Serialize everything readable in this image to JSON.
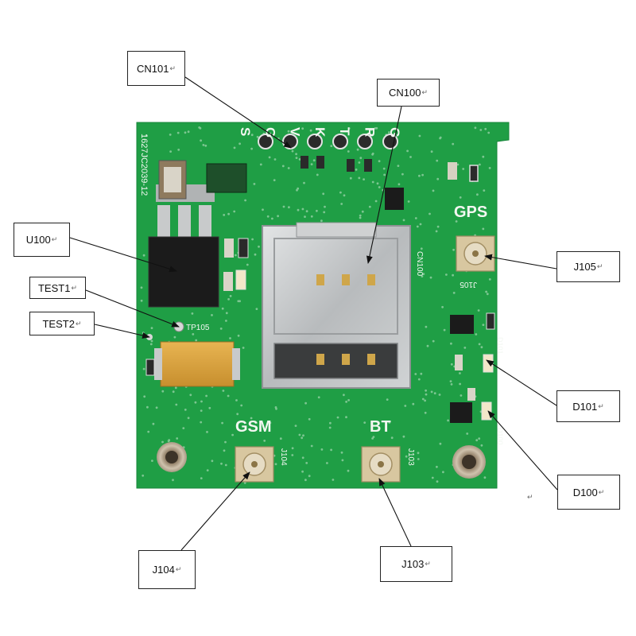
{
  "board": {
    "silkscreen": {
      "gps": "GPS",
      "gsm": "GSM",
      "bt": "BT",
      "pin_letters": [
        "S",
        "G",
        "V",
        "K",
        "T",
        "R",
        "G"
      ],
      "serial_text": "1627JC2039-12",
      "tp105": "TP105",
      "cn100": "CN100",
      "j105": "J105",
      "j104": "J104",
      "j103": "J103",
      "d101": "D101",
      "d100": "D100"
    },
    "colors": {
      "pcb": "#1f9e45",
      "silkscreen": "#f2f7f1",
      "tantalum": "#d9a13a",
      "metal": "#b9bcbe"
    }
  },
  "callouts": {
    "cn101": "CN101",
    "cn100": "CN100",
    "u100": "U100",
    "test1": "TEST1",
    "test2": "TEST2",
    "j105": "J105",
    "d101": "D101",
    "d100": "D100",
    "j104": "J104",
    "j103": "J103",
    "mark": "↵"
  }
}
